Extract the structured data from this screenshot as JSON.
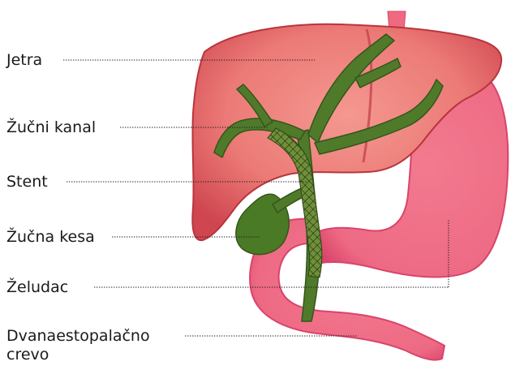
{
  "labels": {
    "liver": "Jetra",
    "bile_duct": "Žučni kanal",
    "stent": "Stent",
    "gallbladder": "Žučna kesa",
    "stomach": "Želudac",
    "duodenum_line1": "Dvanaestopalačno",
    "duodenum_line2": "crevo"
  },
  "colors": {
    "liver": "#e0575d",
    "liver_light": "#f08a84",
    "liver_edge": "#b8353e",
    "duct": "#4f7a2a",
    "duct_dark": "#34561a",
    "gallbladder": "#4a7a25",
    "stomach": "#ef7289",
    "stomach_edge": "#d9446a",
    "stent": "#3e5e22",
    "leader": "#222222"
  }
}
